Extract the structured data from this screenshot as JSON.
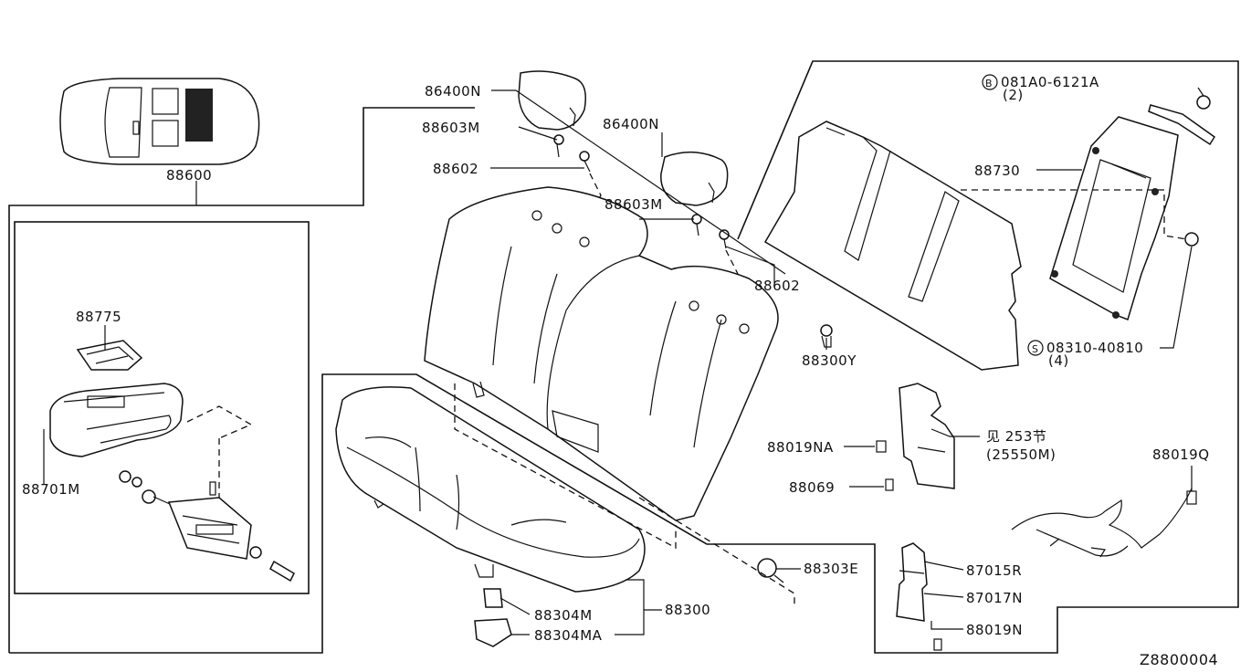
{
  "labels": {
    "headrest_a": "86400N",
    "headrest_b": "86400N",
    "holder_a": "88603M",
    "holder_b": "88603M",
    "guide_a": "88602",
    "guide_b": "88602",
    "seatback_assy": "88600",
    "cup_holder": "88775",
    "armrest": "88701M",
    "back_board": "88730",
    "bolt": "081A0-6121A",
    "bolt_qty": "(2)",
    "bolt_prefix": "B",
    "screw": "08310-40810",
    "screw_qty": "(4)",
    "screw_prefix": "S",
    "clip_y": "88300Y",
    "ref_section": "见 253节",
    "ref_part": "(25550M)",
    "clip_na": "88019NA",
    "clip_69": "88069",
    "harness": "88019Q",
    "bumper": "88303E",
    "cushion": "88300",
    "hook": "88304M",
    "hook_ma": "88304MA",
    "pad_r": "87015R",
    "pad_n": "87017N",
    "clip_n": "88019N",
    "diagram_id": "Z8800004"
  }
}
